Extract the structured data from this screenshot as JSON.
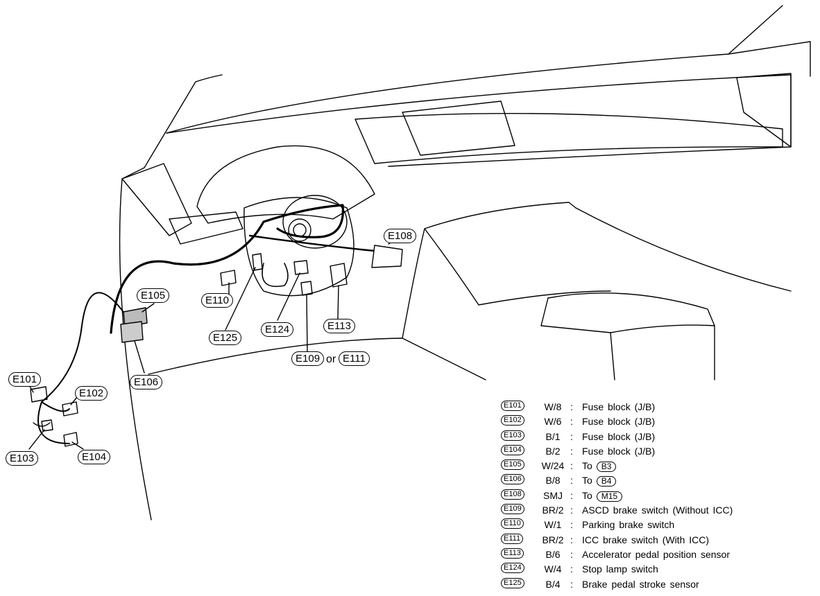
{
  "callouts": {
    "e101": "E101",
    "e102": "E102",
    "e103": "E103",
    "e104": "E104",
    "e105": "E105",
    "e106": "E106",
    "e108": "E108",
    "e109": "E109",
    "e110": "E110",
    "e111": "E111",
    "e113": "E113",
    "e124": "E124",
    "e125": "E125",
    "or_word": "or"
  },
  "legend": [
    {
      "code": "E101",
      "type": "W/8",
      "sep": ":",
      "desc": "Fuse block (J/B)",
      "to": ""
    },
    {
      "code": "E102",
      "type": "W/6",
      "sep": ":",
      "desc": "Fuse block (J/B)",
      "to": ""
    },
    {
      "code": "E103",
      "type": "B/1",
      "sep": ":",
      "desc": "Fuse block (J/B)",
      "to": ""
    },
    {
      "code": "E104",
      "type": "B/2",
      "sep": ":",
      "desc": "Fuse block (J/B)",
      "to": ""
    },
    {
      "code": "E105",
      "type": "W/24",
      "sep": ":",
      "desc": "To",
      "to": "B3"
    },
    {
      "code": "E106",
      "type": "B/8",
      "sep": ":",
      "desc": "To",
      "to": "B4"
    },
    {
      "code": "E108",
      "type": "SMJ",
      "sep": ":",
      "desc": "To",
      "to": "M15"
    },
    {
      "code": "E109",
      "type": "BR/2",
      "sep": ":",
      "desc": "ASCD brake switch (Without ICC)",
      "to": ""
    },
    {
      "code": "E110",
      "type": "W/1",
      "sep": ":",
      "desc": "Parking brake switch",
      "to": ""
    },
    {
      "code": "E111",
      "type": "BR/2",
      "sep": ":",
      "desc": "ICC brake switch (With ICC)",
      "to": ""
    },
    {
      "code": "E113",
      "type": "B/6",
      "sep": ":",
      "desc": "Accelerator pedal position sensor",
      "to": ""
    },
    {
      "code": "E124",
      "type": "W/4",
      "sep": ":",
      "desc": "Stop lamp switch",
      "to": ""
    },
    {
      "code": "E125",
      "type": "B/4",
      "sep": ":",
      "desc": "Brake pedal stroke sensor",
      "to": ""
    }
  ]
}
